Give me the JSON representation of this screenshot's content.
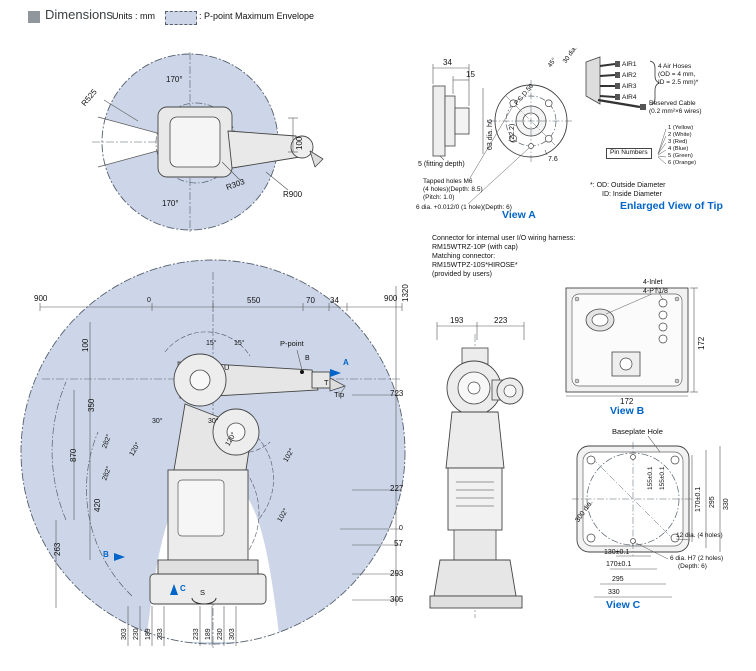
{
  "header": {
    "title": "Dimensions",
    "units": "Units : mm",
    "envelope_legend": ": P-point Maximum Envelope"
  },
  "colors": {
    "envelope_fill": "#ccd6e8",
    "accent_blue": "#0064c8"
  },
  "top_view": {
    "angle_top": "170°",
    "r525": "R525",
    "dim_100": "100",
    "r303": "R303",
    "r900": "R900",
    "angle_bottom": "170°"
  },
  "view_a": {
    "dim_34": "34",
    "dim_15": "15",
    "dia_63": "63 dia. h6",
    "dim_22_2": "(22.2)",
    "fitting_depth": "5 (fitting depth)",
    "tapped_1": "Tapped holes M6",
    "tapped_2": "(4 holes)(Depth: 8.5)",
    "tapped_3": "(Pitch: 1.0)",
    "hole_6dia": "6 dia. +0.012/0 (1 hole)(Depth: 6)",
    "dim_7_6": "7.6",
    "pcd_50": "P.C.D.50",
    "angle_45": "45°",
    "dia_30": "30 dia.",
    "caption": "View A"
  },
  "view_tip": {
    "air1": "AIR1",
    "air2": "AIR2",
    "air3": "AIR3",
    "air4": "AIR4",
    "hoses_1": "4 Air Hoses",
    "hoses_2": "(OD = 4 mm,",
    "hoses_3": "ID = 2.5 mm)*",
    "reserved_1": "Reserved Cable",
    "reserved_2": "(0.2 mm²×6 wires)",
    "pin_numbers": "Pin Numbers",
    "pins": [
      "1 (Yellow)",
      "2 (White)",
      "3 (Red)",
      "4 (Blue)",
      "5 (Green)",
      "6 (Orange)"
    ],
    "note_1": "*: OD: Outside Diameter",
    "note_2": "ID: Inside Diameter",
    "caption": "Enlarged View of Tip"
  },
  "connector_note": {
    "line1": "Connector for internal user I/O wiring harness:",
    "line2": "RM15WTRZ-10P (with cap)",
    "line3": "Matching connector:",
    "line4": "RM15WTPZ-10S*HIROSE*",
    "line5": "(provided by users)"
  },
  "view_b": {
    "inlet": "4-Inlet",
    "pt": "4-PT1/8",
    "dim_172_right": "172",
    "dim_172_bottom": "172",
    "caption": "View B"
  },
  "front_view": {
    "dim_193": "193",
    "dim_223": "223"
  },
  "view_c": {
    "baseplate": "Baseplate Hole",
    "dia_300": "300 dia.",
    "dim_155_a": "155±0.1",
    "dim_155_b": "155±0.1",
    "dim_170_right": "170±0.1",
    "dim_295_right": "295",
    "dim_330_right": "330",
    "dim_130": "130±0.1",
    "dim_170_bottom": "170±0.1",
    "dim_295_bottom": "295",
    "dim_330_bottom": "330",
    "holes_12": "12 dia. (4 holes)",
    "holes_6_1": "6 dia. H7 (2 holes)",
    "holes_6_2": "(Depth: 6)",
    "caption": "View C"
  },
  "main_view": {
    "dim_1320": "1320",
    "dim_900_left": "900",
    "dim_0_top": "0",
    "dim_550": "550",
    "dim_70": "70",
    "dim_34": "34",
    "dim_900_right": "900",
    "dim_100": "100",
    "angle_15_left": "15°",
    "angle_15_right": "15°",
    "p_point": "P-point",
    "label_b_top": "B",
    "label_a": "A",
    "label_u": "U",
    "dim_350": "350",
    "dim_870": "870",
    "angle_30_left": "30°",
    "angle_30_right": "30°",
    "angle_120_left": "120°",
    "angle_120_right": "120°",
    "angle_282_upper": "282°",
    "angle_282_lower": "282°",
    "label_t": "T",
    "label_tip": "Tip",
    "dim_723": "723",
    "angle_102_upper": "102°",
    "angle_102_lower": "102°",
    "dim_420": "420",
    "dim_227": "227",
    "dim_0_right": "0",
    "dim_57": "57",
    "dim_263": "263",
    "label_b_left": "B",
    "dim_293": "293",
    "label_c": "C",
    "label_s": "S",
    "dim_305": "305",
    "bottom_dims": [
      "303",
      "230",
      "189",
      "233",
      "233",
      "189",
      "230",
      "303"
    ]
  }
}
